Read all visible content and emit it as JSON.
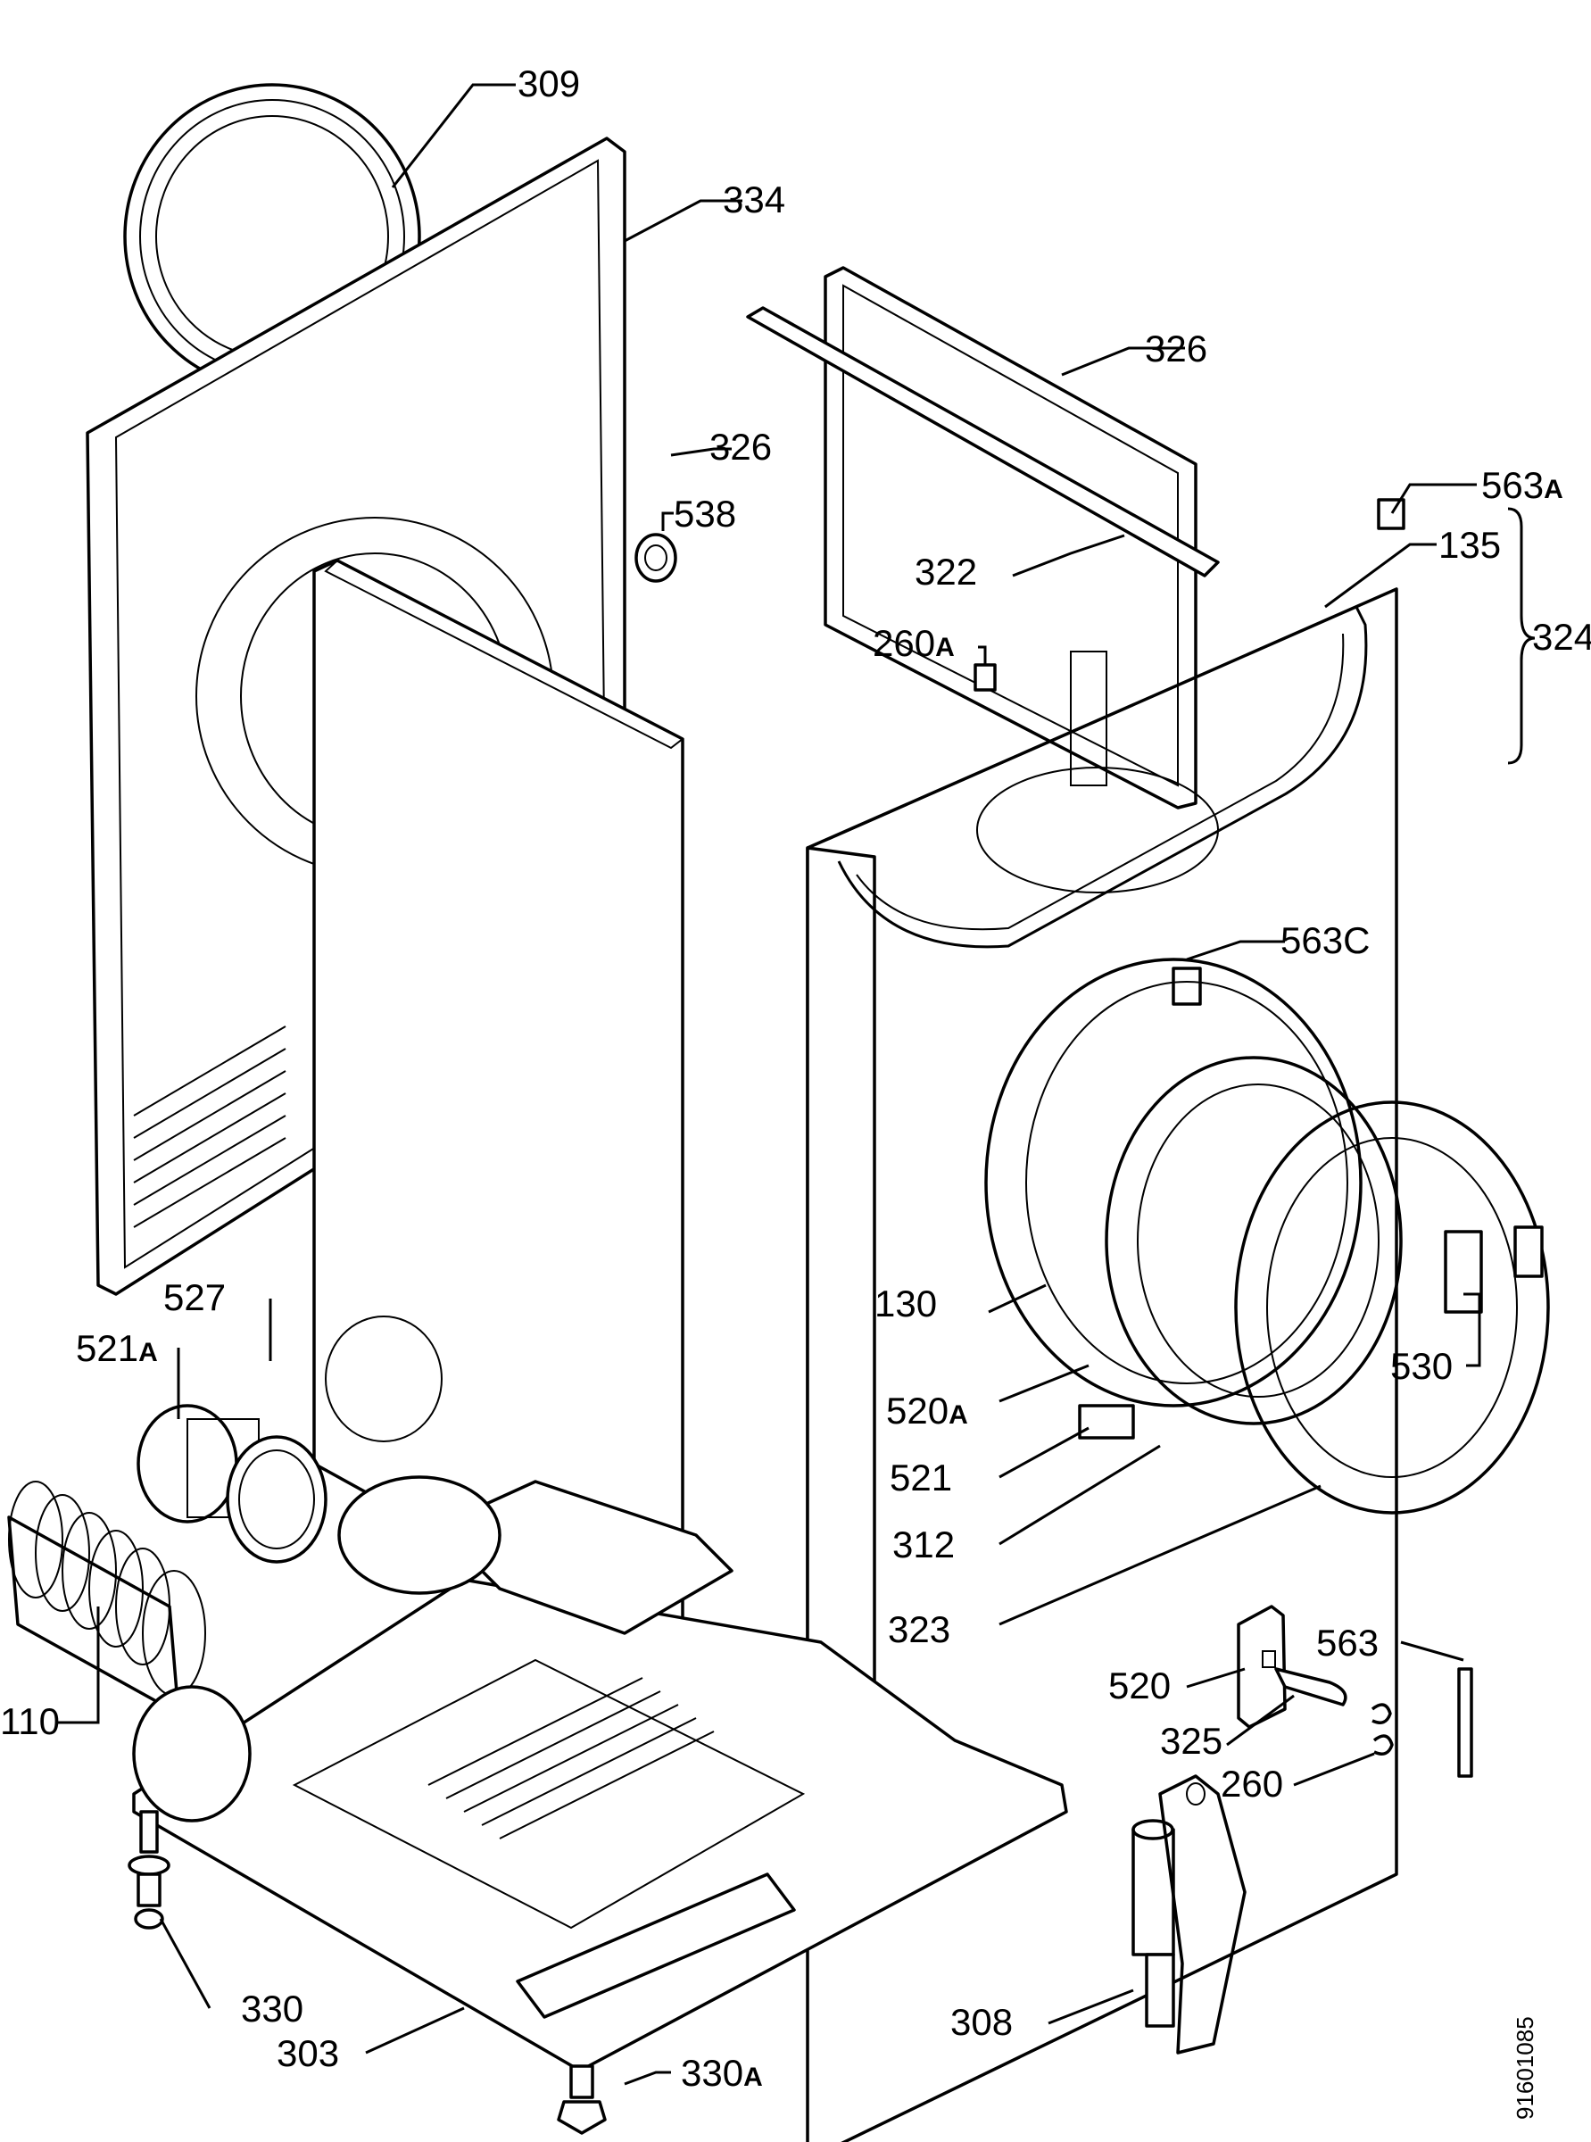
{
  "diagram": {
    "labels": [
      {
        "id": "309",
        "text": "309"
      },
      {
        "id": "334",
        "text": "334"
      },
      {
        "id": "326a",
        "text": "326"
      },
      {
        "id": "538",
        "text": "538"
      },
      {
        "id": "322",
        "text": "322"
      },
      {
        "id": "260a",
        "main": "260",
        "sub": "A"
      },
      {
        "id": "563a",
        "main": "563",
        "sub": "A"
      },
      {
        "id": "135",
        "text": "135"
      },
      {
        "id": "324",
        "text": "324"
      },
      {
        "id": "326b",
        "text": "326"
      },
      {
        "id": "563c",
        "text": "563C"
      },
      {
        "id": "527",
        "text": "527"
      },
      {
        "id": "521a",
        "main": "521",
        "sub": "A"
      },
      {
        "id": "130",
        "text": "130"
      },
      {
        "id": "530",
        "text": "530"
      },
      {
        "id": "520a",
        "main": "520",
        "sub": "A"
      },
      {
        "id": "521",
        "text": "521"
      },
      {
        "id": "312",
        "text": "312"
      },
      {
        "id": "323",
        "text": "323"
      },
      {
        "id": "110",
        "text": "110"
      },
      {
        "id": "563",
        "text": "563"
      },
      {
        "id": "520",
        "text": "520"
      },
      {
        "id": "325",
        "text": "325"
      },
      {
        "id": "260",
        "text": "260"
      },
      {
        "id": "330",
        "text": "330"
      },
      {
        "id": "308",
        "text": "308"
      },
      {
        "id": "303",
        "text": "303"
      },
      {
        "id": "330a",
        "main": "330",
        "sub": "A"
      }
    ],
    "drawing_code": "91601085"
  }
}
